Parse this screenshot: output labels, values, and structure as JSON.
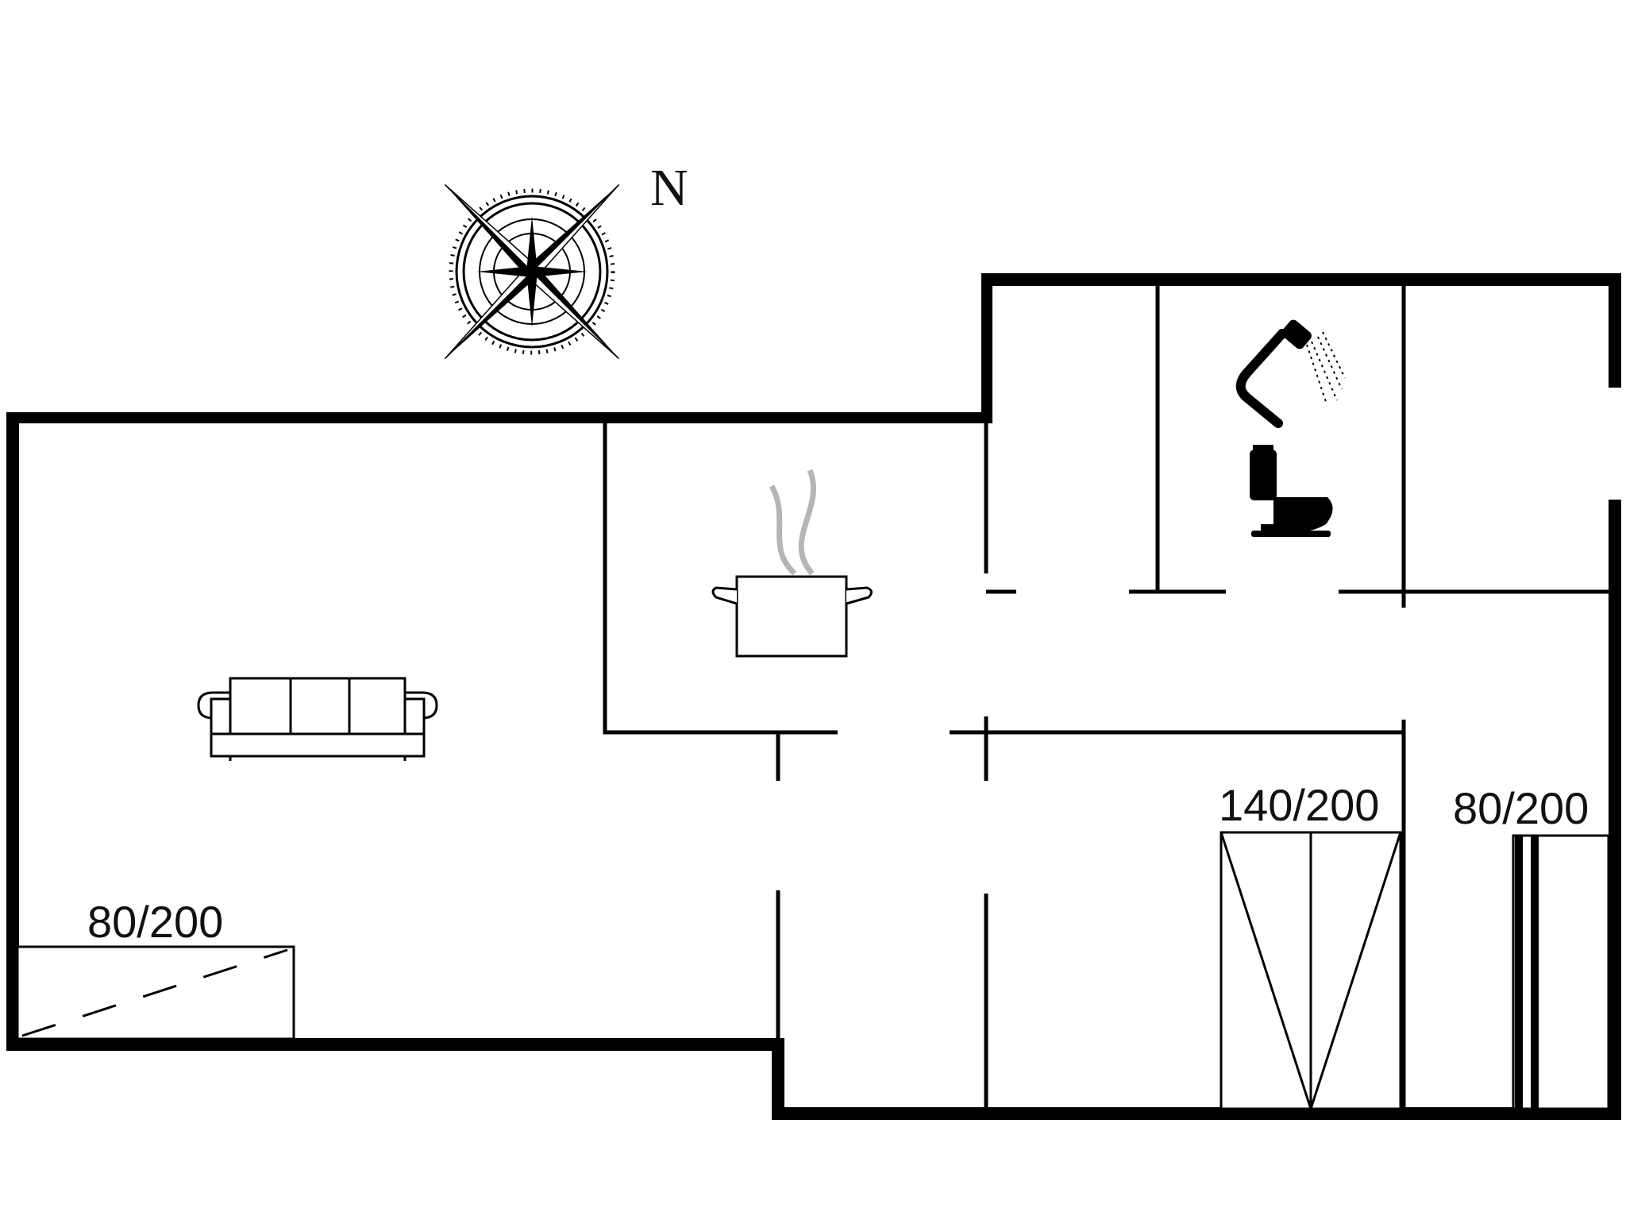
{
  "compass": {
    "label": "N",
    "icon": "compass-rose-icon"
  },
  "beds": [
    {
      "id": "bed-living",
      "label": "80/200"
    },
    {
      "id": "bed-double",
      "label": "140/200"
    },
    {
      "id": "bed-single",
      "label": "80/200"
    }
  ],
  "icons": [
    "sofa-icon",
    "cooking-pot-icon",
    "shower-icon",
    "toilet-icon"
  ],
  "colors": {
    "wall": "#000000",
    "background": "#ffffff",
    "steam": "#b5b5b5"
  }
}
